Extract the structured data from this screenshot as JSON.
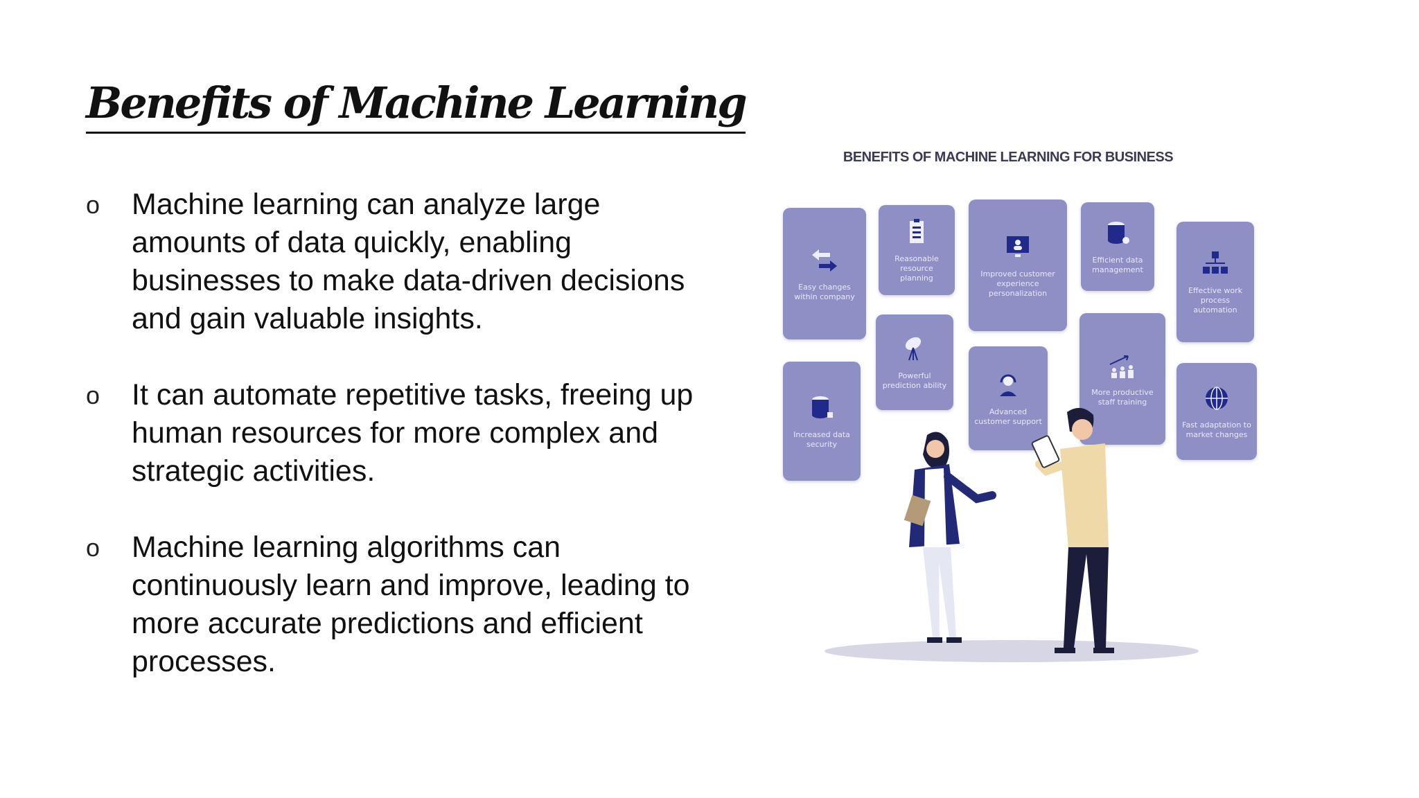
{
  "title": "Benefits of Machine Learning",
  "bullets": [
    {
      "marker": "o",
      "text": "Machine learning can analyze large amounts of data quickly, enabling businesses to make data-driven decisions and gain valuable insights."
    },
    {
      "marker": "o",
      "text": "It can automate repetitive tasks, freeing up human resources for more complex and strategic activities."
    },
    {
      "marker": "o",
      "text": "Machine learning algorithms can continuously learn and improve, leading to more accurate predictions and efficient processes."
    }
  ],
  "illustration": {
    "heading": "BENEFITS OF MACHINE LEARNING FOR BUSINESS",
    "accent_color": "#8e8fc4",
    "icon_color": "#1f2a8a",
    "tiles": [
      {
        "label": "Easy changes within company",
        "icon": "arrows-icon"
      },
      {
        "label": "Reasonable resource planning",
        "icon": "clipboard-icon"
      },
      {
        "label": "Improved customer experience personalization",
        "icon": "monitor-user-icon"
      },
      {
        "label": "Efficient data management",
        "icon": "database-icon"
      },
      {
        "label": "Effective work process automation",
        "icon": "org-chart-icon"
      },
      {
        "label": "Powerful prediction ability",
        "icon": "satellite-dish-icon"
      },
      {
        "label": "Advanced customer support",
        "icon": "headset-icon"
      },
      {
        "label": "More productive staff training",
        "icon": "growth-people-icon"
      },
      {
        "label": "Increased data security",
        "icon": "secure-database-icon"
      },
      {
        "label": "Fast adaptation to market changes",
        "icon": "globe-icon"
      }
    ]
  }
}
